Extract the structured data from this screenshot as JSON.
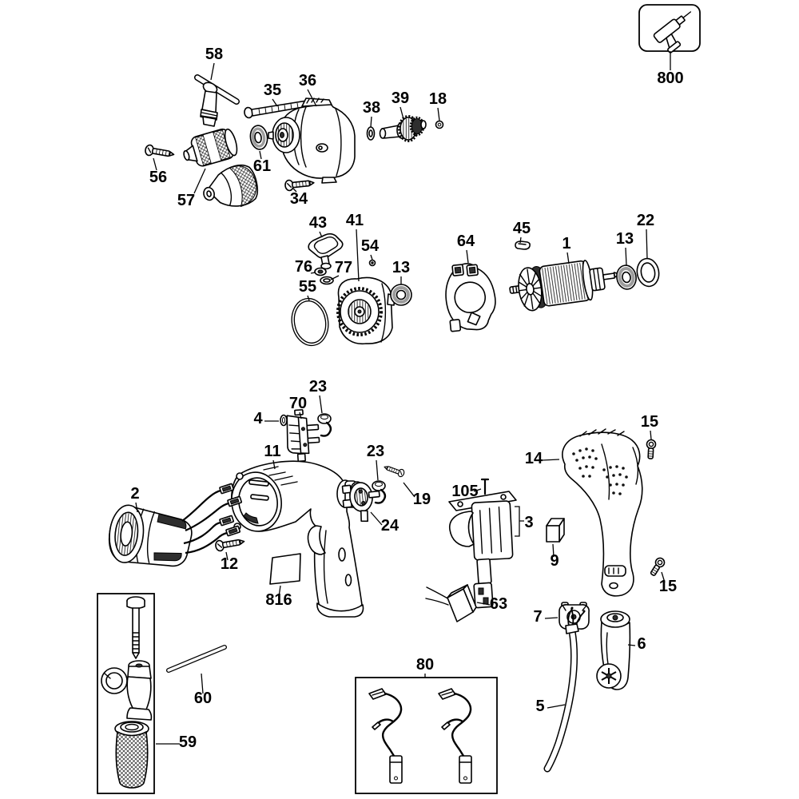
{
  "page": {
    "colors": {
      "background": "#ffffff",
      "line": "#000000"
    }
  },
  "diagram": {
    "kind": "exploded-parts-diagram",
    "inset_icon": "drill-icon",
    "callouts": {
      "c800": "800",
      "c58": "58",
      "c35": "35",
      "c36": "36",
      "c38": "38",
      "c39": "39",
      "c18": "18",
      "c56": "56",
      "c61": "61",
      "c57": "57",
      "c34": "34",
      "c43": "43",
      "c41": "41",
      "c54": "54",
      "c76": "76",
      "c77": "77",
      "c55": "55",
      "c13a": "13",
      "c64": "64",
      "c45": "45",
      "c1": "1",
      "c13b": "13",
      "c22": "22",
      "c23a": "23",
      "c70": "70",
      "c4": "4",
      "c11": "11",
      "c23b": "23",
      "c19": "19",
      "c24": "24",
      "c2": "2",
      "c12": "12",
      "c816": "816",
      "c14": "14",
      "c15a": "15",
      "c105": "105",
      "c3": "3",
      "c9": "9",
      "c15b": "15",
      "c63": "63",
      "c7": "7",
      "c6": "6",
      "c5": "5",
      "c60": "60",
      "c59": "59",
      "c80": "80"
    }
  }
}
